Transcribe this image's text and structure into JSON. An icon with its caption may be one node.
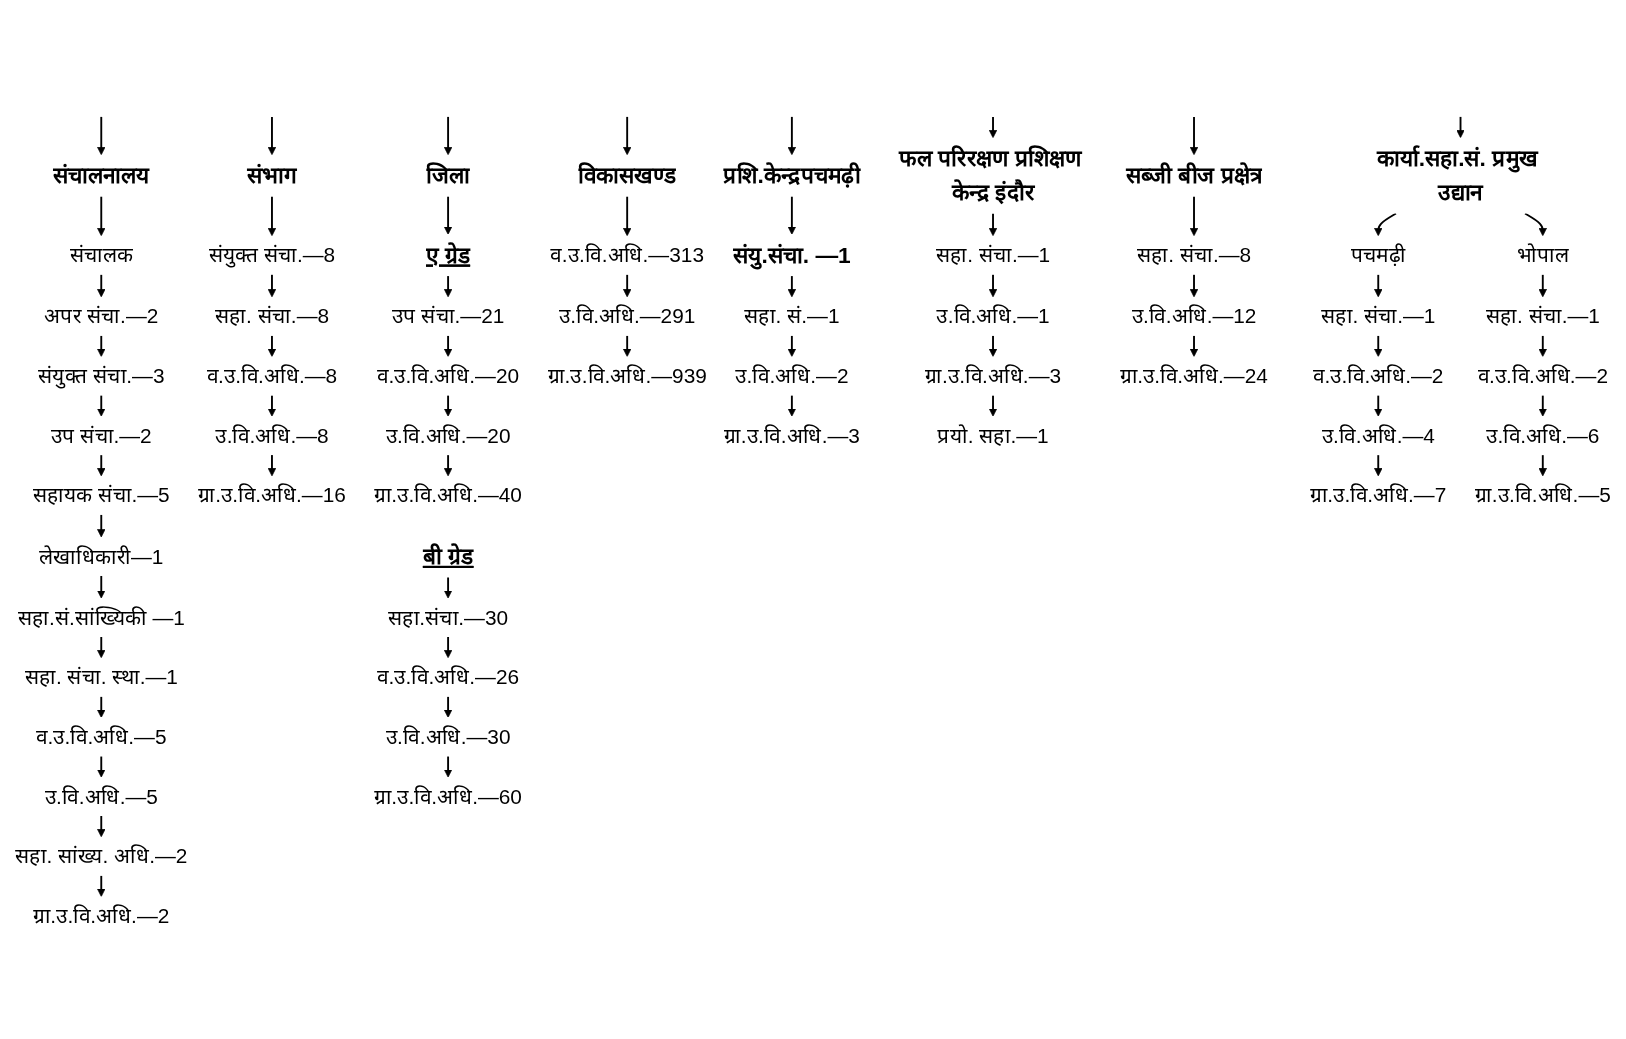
{
  "diagram": {
    "nodes": [
      {
        "text": [
          "संचालनालय"
        ]
      },
      {
        "text": [
          "संचालक"
        ]
      },
      {
        "text": [
          "अपर संचा.—2"
        ]
      },
      {
        "text": [
          "संयुक्त संचा.—3"
        ]
      },
      {
        "text": [
          "उप संचा.—2"
        ]
      },
      {
        "text": [
          "सहायक संचा.—5"
        ]
      },
      {
        "text": [
          "लेखाधिकारी—1"
        ]
      },
      {
        "text": [
          "सहा.सं.सांख्यिकी —1"
        ]
      },
      {
        "text": [
          "सहा. संचा. स्था.—1"
        ]
      },
      {
        "text": [
          "व.उ.वि.अधि.—5"
        ]
      },
      {
        "text": [
          "उ.वि.अधि.—5"
        ]
      },
      {
        "text": [
          "सहा. सांख्य. अधि.—2"
        ]
      },
      {
        "text": [
          "ग्रा.उ.वि.अधि.—2"
        ]
      },
      {
        "text": [
          "संभाग"
        ]
      },
      {
        "text": [
          "संयुक्त संचा.—8"
        ]
      },
      {
        "text": [
          "सहा. संचा.—8"
        ]
      },
      {
        "text": [
          "व.उ.वि.अधि.—8"
        ]
      },
      {
        "text": [
          "उ.वि.अधि.—8"
        ]
      },
      {
        "text": [
          "ग्रा.उ.वि.अधि.—16"
        ]
      },
      {
        "text": [
          "जिला"
        ]
      },
      {
        "text": [
          "ए ग्रेड"
        ]
      },
      {
        "text": [
          "उप संचा.—21"
        ]
      },
      {
        "text": [
          "व.उ.वि.अधि.—20"
        ]
      },
      {
        "text": [
          "उ.वि.अधि.—20"
        ]
      },
      {
        "text": [
          "ग्रा.उ.वि.अधि.—40"
        ]
      },
      {
        "text": [
          "बी ग्रेड"
        ]
      },
      {
        "text": [
          "सहा.संचा.—30"
        ]
      },
      {
        "text": [
          "व.उ.वि.अधि.—26"
        ]
      },
      {
        "text": [
          "उ.वि.अधि.—30"
        ]
      },
      {
        "text": [
          "ग्रा.उ.वि.अधि.—60"
        ]
      },
      {
        "text": [
          "विकासखण्ड"
        ]
      },
      {
        "text": [
          "व.उ.वि.अधि.—313"
        ]
      },
      {
        "text": [
          "उ.वि.अधि.—291"
        ]
      },
      {
        "text": [
          "ग्रा.उ.वि.अधि.—939"
        ]
      },
      {
        "text": [
          "प्रशि.केन्द्रपचमढ़ी"
        ]
      },
      {
        "text": [
          "संयु.संचा. —1"
        ]
      },
      {
        "text": [
          "सहा. सं.—1"
        ]
      },
      {
        "text": [
          "उ.वि.अधि.—2"
        ]
      },
      {
        "text": [
          "ग्रा.उ.वि.अधि.—3"
        ]
      },
      {
        "text": [
          "फल परिरक्षण प्रशिक्षण केन्द्र इंदौर"
        ]
      },
      {
        "text": [
          "सहा. संचा.—1"
        ]
      },
      {
        "text": [
          "उ.वि.अधि.—1"
        ]
      },
      {
        "text": [
          "ग्रा.उ.वि.अधि.—3"
        ]
      },
      {
        "text": [
          "प्रयो. सहा.—1"
        ]
      },
      {
        "text": [
          "सब्जी बीज प्रक्षेत्र"
        ]
      },
      {
        "text": [
          "सहा. संचा.—8"
        ]
      },
      {
        "text": [
          "उ.वि.अधि.—12"
        ]
      },
      {
        "text": [
          "ग्रा.उ.वि.अधि.—24"
        ]
      },
      {
        "text": [
          "कार्या.सहा.सं. प्रमुख उद्यान"
        ]
      },
      {
        "text": [
          "पचमढ़ी"
        ]
      },
      {
        "text": [
          "सहा. संचा.—1"
        ]
      },
      {
        "text": [
          "व.उ.वि.अधि.—2"
        ]
      },
      {
        "text": [
          "उ.वि.अधि.—4"
        ]
      },
      {
        "text": [
          "ग्रा.उ.वि.अधि.—7"
        ]
      },
      {
        "text": [
          "भोपाल"
        ]
      },
      {
        "text": [
          "सहा. संचा.—1"
        ]
      },
      {
        "text": [
          "व.उ.वि.अधि.—2"
        ]
      },
      {
        "text": [
          "उ.वि.अधि.—6"
        ]
      },
      {
        "text": [
          "ग्रा.उ.वि.अधि.—5"
        ]
      }
    ],
    "edges": [
      {
        "from": null,
        "to": 0,
        "arrow": "to"
      },
      {
        "from": null,
        "to": 13,
        "arrow": "to"
      },
      {
        "from": null,
        "to": 19,
        "arrow": "to"
      },
      {
        "from": null,
        "to": 30,
        "arrow": "to"
      },
      {
        "from": null,
        "to": 34,
        "arrow": "to"
      },
      {
        "from": null,
        "to": 39,
        "arrow": "to"
      },
      {
        "from": null,
        "to": 44,
        "arrow": "to"
      },
      {
        "from": null,
        "to": 48,
        "arrow": "to"
      },
      {
        "from": 0,
        "to": 1,
        "arrow": "to"
      },
      {
        "from": 1,
        "to": 2,
        "arrow": "to"
      },
      {
        "from": 2,
        "to": 3,
        "arrow": "to"
      },
      {
        "from": 3,
        "to": 4,
        "arrow": "to"
      },
      {
        "from": 4,
        "to": 5,
        "arrow": "to"
      },
      {
        "from": 5,
        "to": 6,
        "arrow": "to"
      },
      {
        "from": 6,
        "to": 7,
        "arrow": "to"
      },
      {
        "from": 7,
        "to": 8,
        "arrow": "to"
      },
      {
        "from": 8,
        "to": 9,
        "arrow": "to"
      },
      {
        "from": 9,
        "to": 10,
        "arrow": "to"
      },
      {
        "from": 10,
        "to": 11,
        "arrow": "to"
      },
      {
        "from": 11,
        "to": 12,
        "arrow": "to"
      },
      {
        "from": 13,
        "to": 14,
        "arrow": "to"
      },
      {
        "from": 14,
        "to": 15,
        "arrow": "to"
      },
      {
        "from": 15,
        "to": 16,
        "arrow": "to"
      },
      {
        "from": 16,
        "to": 17,
        "arrow": "to"
      },
      {
        "from": 17,
        "to": 18,
        "arrow": "to"
      },
      {
        "from": 19,
        "to": 20,
        "arrow": "to"
      },
      {
        "from": 20,
        "to": 21,
        "arrow": "to"
      },
      {
        "from": 21,
        "to": 22,
        "arrow": "to"
      },
      {
        "from": 22,
        "to": 23,
        "arrow": "to"
      },
      {
        "from": 23,
        "to": 24,
        "arrow": "to"
      },
      {
        "from": 25,
        "to": 26,
        "arrow": "to"
      },
      {
        "from": 26,
        "to": 27,
        "arrow": "to"
      },
      {
        "from": 27,
        "to": 28,
        "arrow": "to"
      },
      {
        "from": 28,
        "to": 29,
        "arrow": "to"
      },
      {
        "from": 30,
        "to": 31,
        "arrow": "to"
      },
      {
        "from": 31,
        "to": 32,
        "arrow": "to"
      },
      {
        "from": 32,
        "to": 33,
        "arrow": "to"
      },
      {
        "from": 34,
        "to": 35,
        "arrow": "to"
      },
      {
        "from": 35,
        "to": 36,
        "arrow": "to"
      },
      {
        "from": 36,
        "to": 37,
        "arrow": "to"
      },
      {
        "from": 37,
        "to": 38,
        "arrow": "to"
      },
      {
        "from": 39,
        "to": 40,
        "arrow": "to"
      },
      {
        "from": 40,
        "to": 41,
        "arrow": "to"
      },
      {
        "from": 41,
        "to": 42,
        "arrow": "to"
      },
      {
        "from": 42,
        "to": 43,
        "arrow": "to"
      },
      {
        "from": 44,
        "to": 45,
        "arrow": "to"
      },
      {
        "from": 45,
        "to": 46,
        "arrow": "to"
      },
      {
        "from": 46,
        "to": 47,
        "arrow": "to"
      },
      {
        "from": 48,
        "to": 49,
        "arrow": "to"
      },
      {
        "from": 48,
        "to": 54,
        "arrow": "to"
      },
      {
        "from": 49,
        "to": 50,
        "arrow": "to"
      },
      {
        "from": 50,
        "to": 51,
        "arrow": "to"
      },
      {
        "from": 51,
        "to": 52,
        "arrow": "to"
      },
      {
        "from": 52,
        "to": 53,
        "arrow": "to"
      },
      {
        "from": 54,
        "to": 55,
        "arrow": "to"
      },
      {
        "from": 55,
        "to": 56,
        "arrow": "to"
      },
      {
        "from": 56,
        "to": 57,
        "arrow": "to"
      },
      {
        "from": 57,
        "to": 58,
        "arrow": "to"
      }
    ]
  }
}
